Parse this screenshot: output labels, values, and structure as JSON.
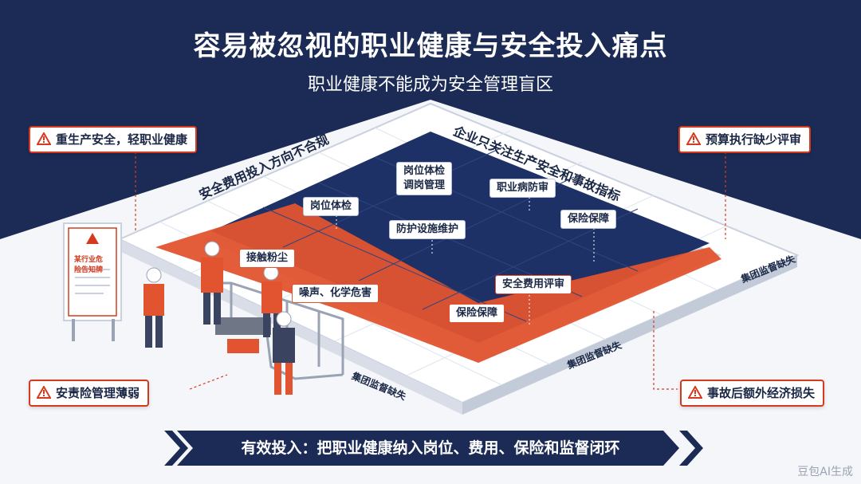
{
  "header": {
    "title": "容易被忽视的职业健康与安全投入痛点",
    "subtitle": "职业健康不能成为安全管理盲区"
  },
  "callouts": {
    "top_left": "重生产安全，轻职业健康",
    "top_right": "预算执行缺少评审",
    "bottom_left": "安责险管理薄弱",
    "bottom_right": "事故后额外经济损失"
  },
  "platform_edges": {
    "left_edge": "安全费用投入方向不合规",
    "right_edge": "企业只关注生产安全和事故指标",
    "lower_right_small": "集团监督缺失",
    "lower_middle_small": "集团监督缺失",
    "lower_left": "集团监督缺失"
  },
  "tags": {
    "post_check_transfer": "岗位体检\n调岗管理",
    "occupational_review": "职业病防审",
    "post_check": "岗位体检",
    "protection_maintenance": "防护设施维护",
    "insurance_1": "保险保障",
    "dust_contact": "接触粉尘",
    "noise_chemical": "噪声、化学危害",
    "safety_fee_review": "安全费用评审",
    "insurance_2": "保险保障"
  },
  "sign": {
    "text": "某行业危险告知牌"
  },
  "banner": {
    "text": "有效投入：把职业健康纳入岗位、费用、保险和监督闭环"
  },
  "watermark": {
    "text": "豆包AI生成"
  },
  "colors": {
    "navy": "#1b2b55",
    "orange": "#e2542f",
    "warning_red": "#d63a1e",
    "light": "#f4f6fa"
  }
}
